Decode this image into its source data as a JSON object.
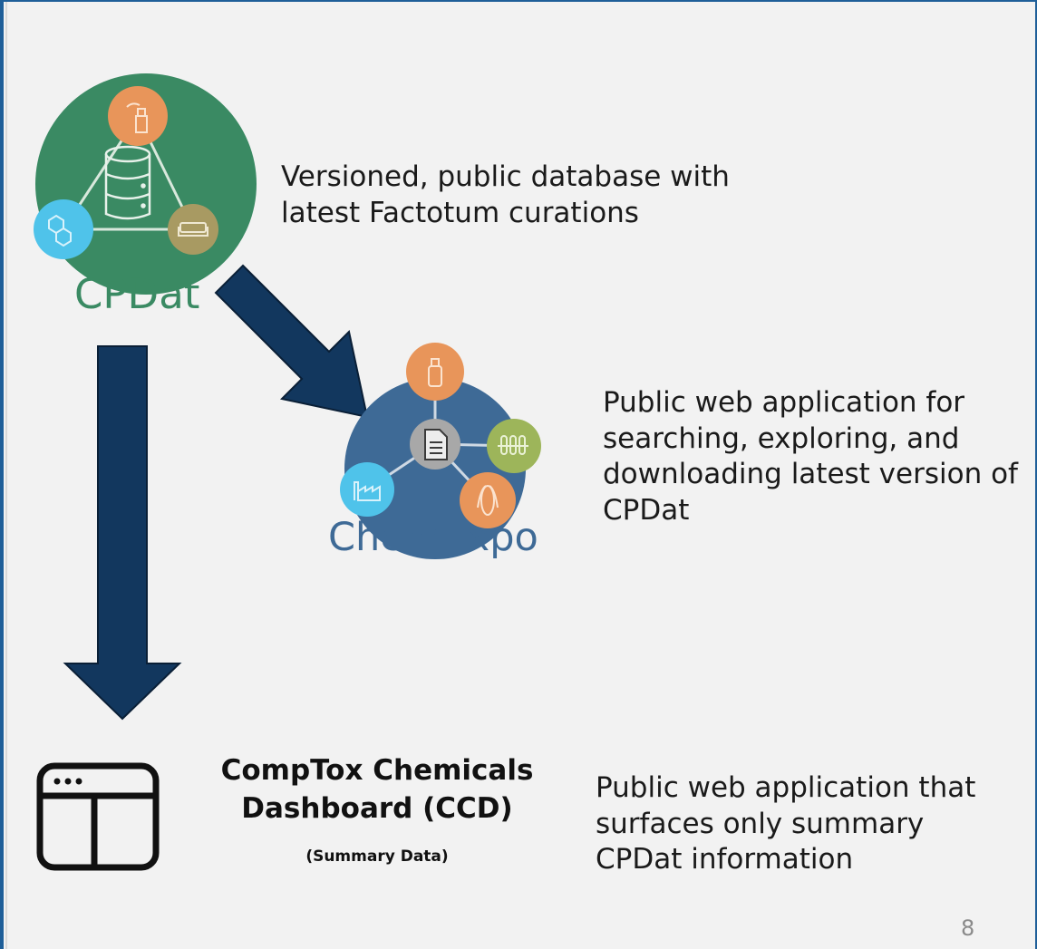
{
  "cpdat": {
    "logo_text": "CPDat",
    "description": "Versioned, public database with\nlatest Factotum curations"
  },
  "chemexpo": {
    "logo_text": "ChemExpo",
    "description": "Public web application for\nsearching, exploring, and\ndownloading latest version of\nCPDat"
  },
  "ccd": {
    "title": "CompTox Chemicals\nDashboard (CCD)",
    "subtitle": "(Summary Data)",
    "description": "Public web application that\nsurfaces only summary\nCPDat information"
  },
  "page_number": "8",
  "colors": {
    "frame": "#1f5f99",
    "cpdat_green": "#3a8a63",
    "chemexpo_blue": "#3e6a96",
    "arrow_navy": "#12375e",
    "node_orange": "#e8955a",
    "node_cyan": "#4fc3ea",
    "node_olive": "#a89a62",
    "node_gray": "#a8a8a8",
    "node_lime": "#9db55a"
  },
  "icons": [
    "database-icon",
    "spray-bottle-icon",
    "molecule-icon",
    "couch-icon",
    "document-icon",
    "aerosol-can-icon",
    "test-tubes-icon",
    "corn-icon",
    "factory-icon",
    "browser-window-icon",
    "arrow-right-down-icon",
    "arrow-down-icon"
  ]
}
